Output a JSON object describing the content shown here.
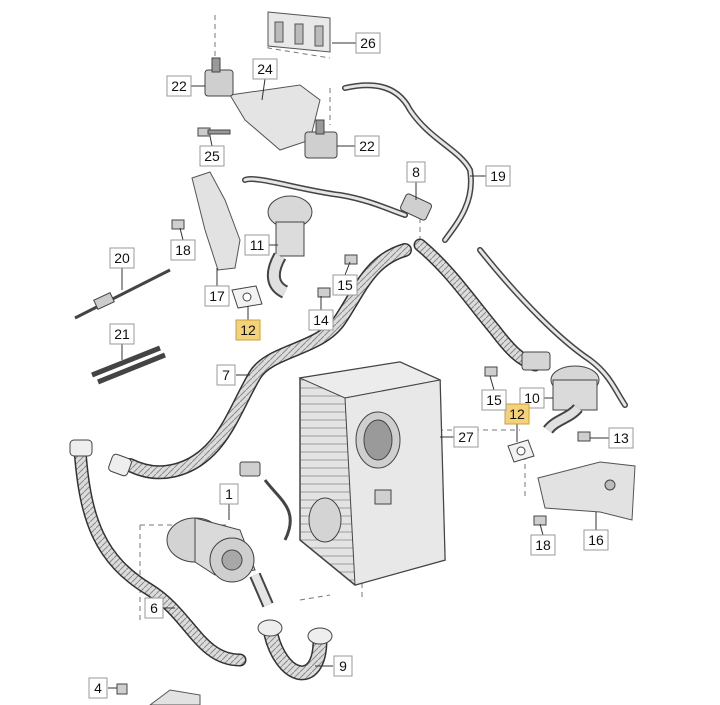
{
  "diagram": {
    "labels": [
      {
        "id": "p1",
        "text": "1",
        "highlight": false
      },
      {
        "id": "p4",
        "text": "4",
        "highlight": false
      },
      {
        "id": "p6",
        "text": "6",
        "highlight": false
      },
      {
        "id": "p7",
        "text": "7",
        "highlight": false
      },
      {
        "id": "p8",
        "text": "8",
        "highlight": false
      },
      {
        "id": "p9",
        "text": "9",
        "highlight": false
      },
      {
        "id": "p10",
        "text": "10",
        "highlight": false
      },
      {
        "id": "p11",
        "text": "11",
        "highlight": false
      },
      {
        "id": "p12a",
        "text": "12",
        "highlight": true
      },
      {
        "id": "p12b",
        "text": "12",
        "highlight": true
      },
      {
        "id": "p13",
        "text": "13",
        "highlight": false
      },
      {
        "id": "p14",
        "text": "14",
        "highlight": false
      },
      {
        "id": "p15a",
        "text": "15",
        "highlight": false
      },
      {
        "id": "p15b",
        "text": "15",
        "highlight": false
      },
      {
        "id": "p16",
        "text": "16",
        "highlight": false
      },
      {
        "id": "p17",
        "text": "17",
        "highlight": false
      },
      {
        "id": "p18a",
        "text": "18",
        "highlight": false
      },
      {
        "id": "p18b",
        "text": "18",
        "highlight": false
      },
      {
        "id": "p19",
        "text": "19",
        "highlight": false
      },
      {
        "id": "p20",
        "text": "20",
        "highlight": false
      },
      {
        "id": "p21",
        "text": "21",
        "highlight": false
      },
      {
        "id": "p22a",
        "text": "22",
        "highlight": false
      },
      {
        "id": "p22b",
        "text": "22",
        "highlight": false
      },
      {
        "id": "p24",
        "text": "24",
        "highlight": false
      },
      {
        "id": "p25",
        "text": "25",
        "highlight": false
      },
      {
        "id": "p26",
        "text": "26",
        "highlight": false
      },
      {
        "id": "p27",
        "text": "27",
        "highlight": false
      }
    ],
    "colors": {
      "label_fill": "#ffffff",
      "label_border": "#9a9a9a",
      "highlight_fill": "#f3d27a",
      "highlight_border": "#c9a23d",
      "line": "#333333",
      "part_fill": "#e6e6e6",
      "part_stroke": "#555555",
      "hose_fill": "#d9d9d9"
    }
  }
}
